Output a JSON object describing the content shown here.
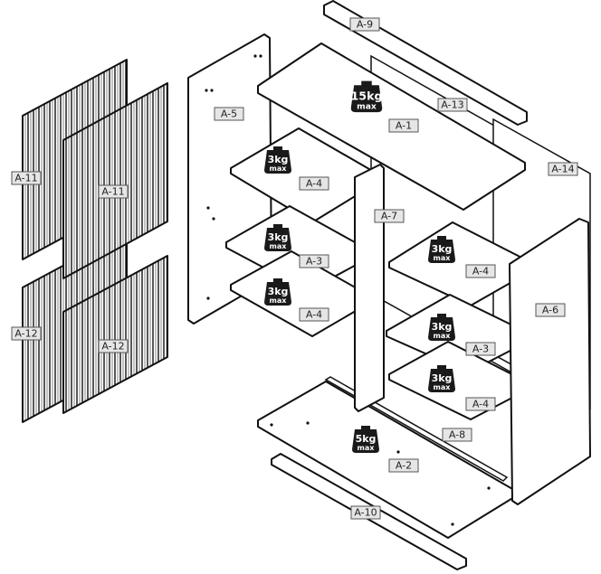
{
  "diagram": {
    "labels": [
      "A-9",
      "A-13",
      "A-1",
      "A-5",
      "A-14",
      "A-11",
      "A-11",
      "A-4",
      "A-7",
      "A-3",
      "A-4",
      "A-4",
      "A-6",
      "A-3",
      "A-4",
      "A-12",
      "A-12",
      "A-8",
      "A-2",
      "A-10"
    ],
    "weights": [
      {
        "value": "15",
        "unit": "kg",
        "limit": "max"
      },
      {
        "value": "3",
        "unit": "kg",
        "limit": "max"
      },
      {
        "value": "3",
        "unit": "kg",
        "limit": "max"
      },
      {
        "value": "3",
        "unit": "kg",
        "limit": "max"
      },
      {
        "value": "3",
        "unit": "kg",
        "limit": "max"
      },
      {
        "value": "3",
        "unit": "kg",
        "limit": "max"
      },
      {
        "value": "3",
        "unit": "kg",
        "limit": "max"
      },
      {
        "value": "5",
        "unit": "kg",
        "limit": "max"
      }
    ]
  }
}
